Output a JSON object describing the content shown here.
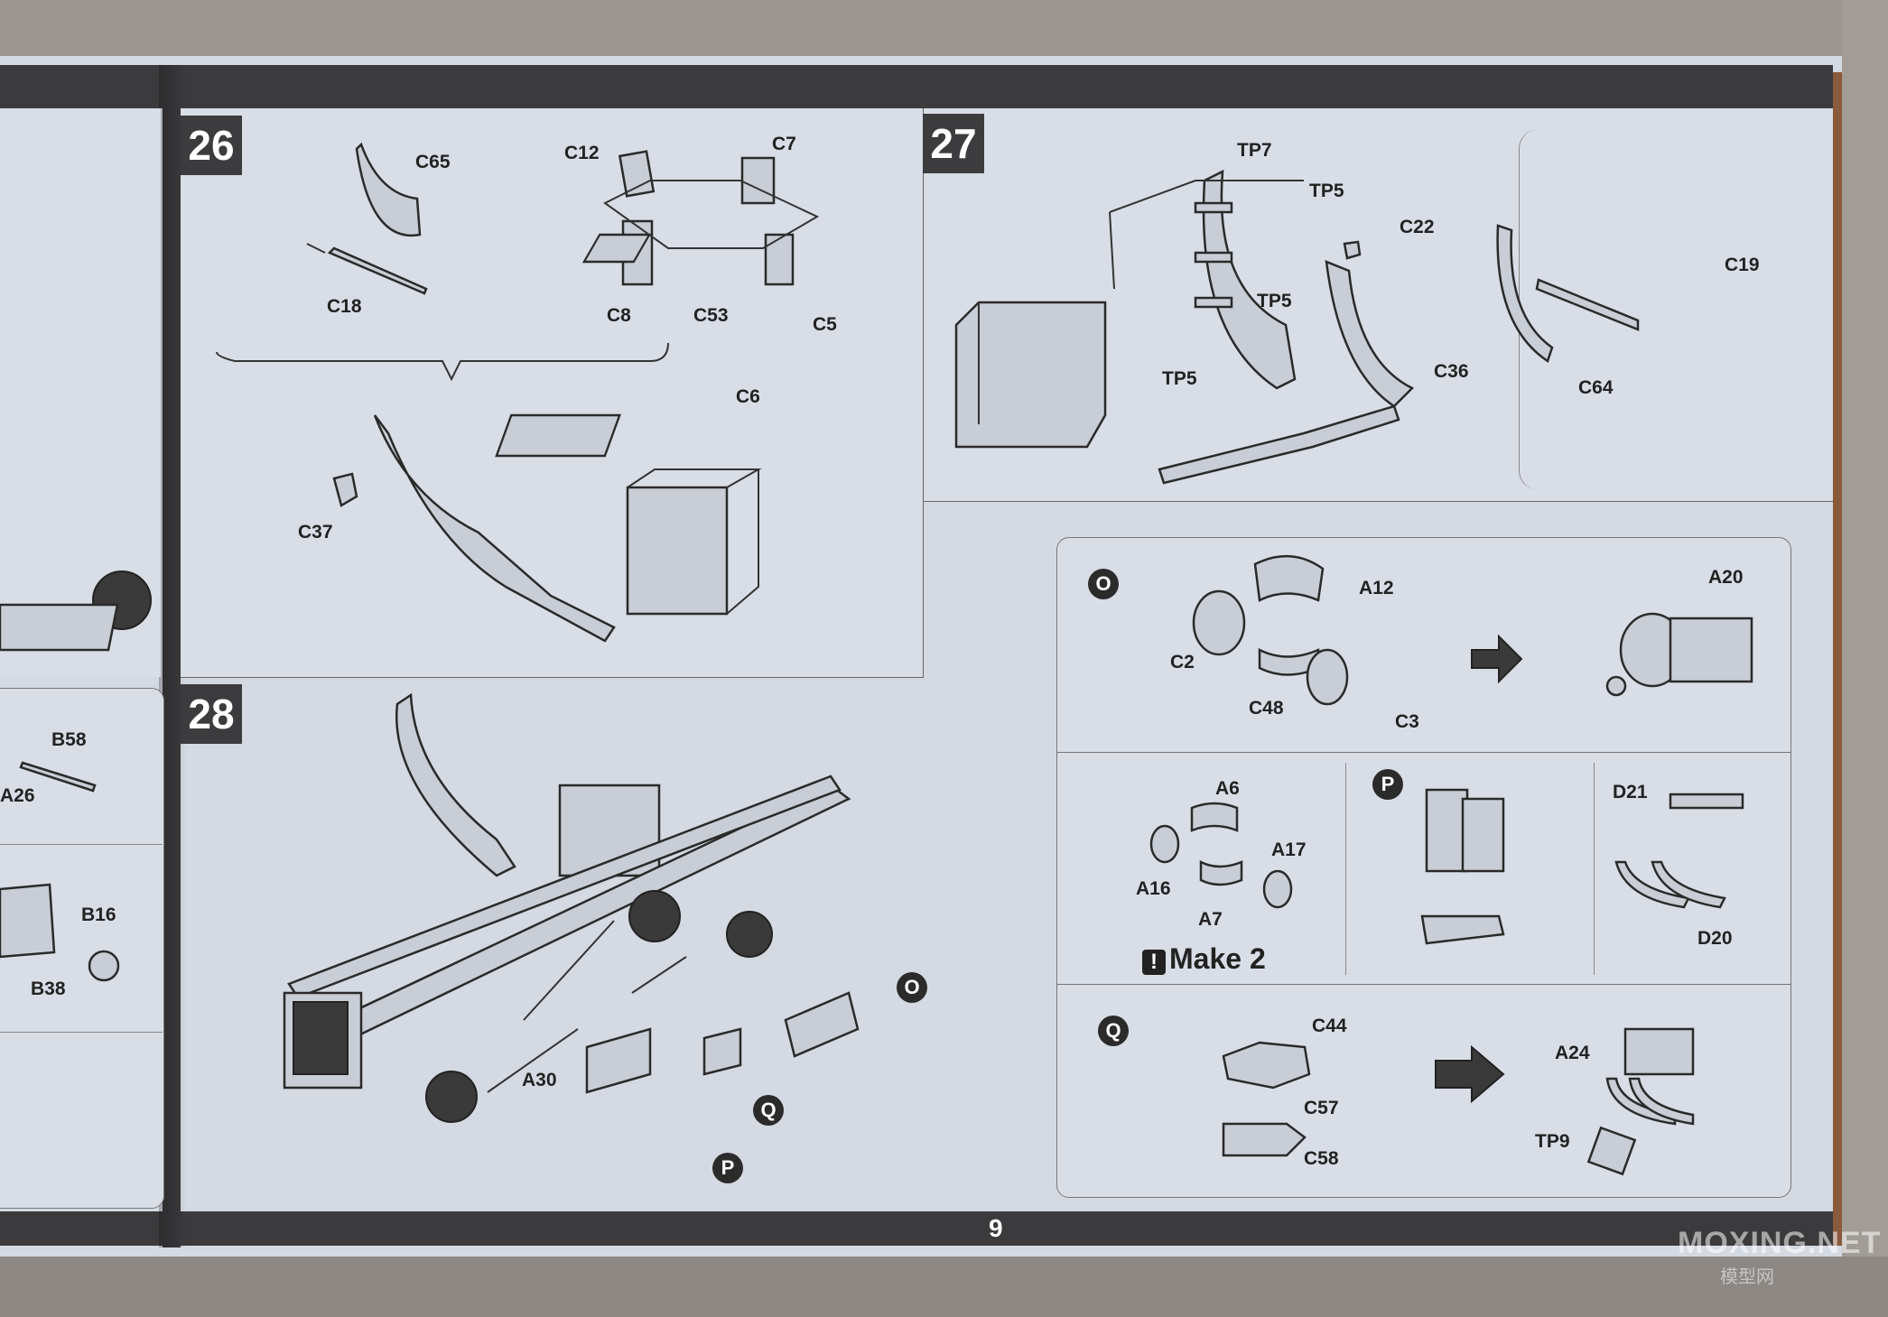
{
  "page_number": "9",
  "steps": {
    "s26": {
      "number": "26",
      "labels": [
        "C65",
        "C18",
        "C12",
        "C7",
        "C8",
        "C53",
        "C5",
        "C6",
        "C37"
      ]
    },
    "s27": {
      "number": "27",
      "labels": [
        "TP7",
        "TP5",
        "C22",
        "TP5",
        "C36",
        "TP5",
        "C19",
        "C64"
      ]
    },
    "s28": {
      "number": "28",
      "labels": [
        "A30"
      ],
      "callouts": [
        "O",
        "Q",
        "P"
      ]
    }
  },
  "left_page": {
    "labels": [
      "B58",
      "A26",
      "B16",
      "B38"
    ]
  },
  "sub_o": {
    "marker": "O",
    "labels": [
      "A12",
      "A20",
      "C2",
      "C48",
      "C3"
    ]
  },
  "sub_p": {
    "marker": "P",
    "labels": [
      "A6",
      "A17",
      "A16",
      "A7",
      "D21",
      "D20"
    ],
    "make_note": "Make 2"
  },
  "sub_q": {
    "marker": "Q",
    "labels": [
      "C44",
      "C57",
      "C58",
      "A24",
      "TP9"
    ]
  },
  "watermark": {
    "line1": "MOXING.NET",
    "line2": "模型网"
  },
  "colors": {
    "paper": "#d4d9e2",
    "band": "#3b3b3d"
  }
}
